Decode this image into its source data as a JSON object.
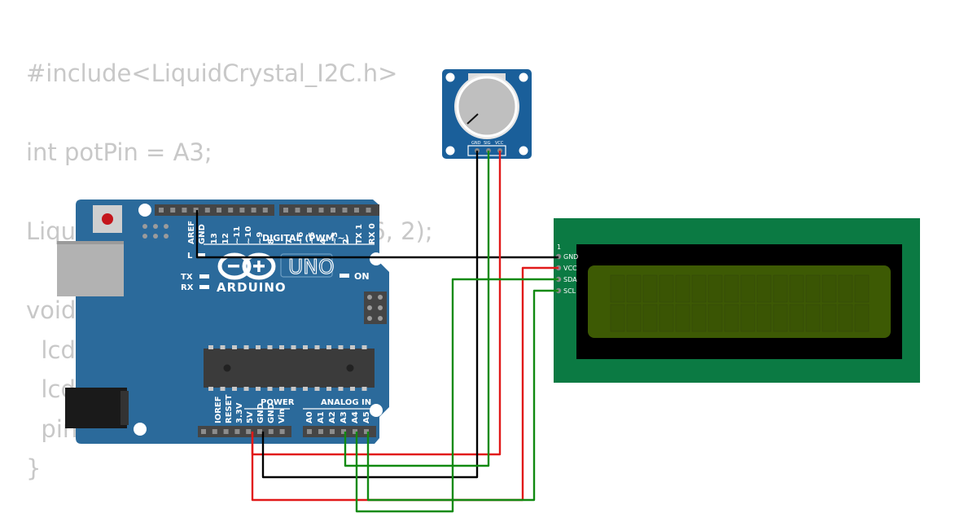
{
  "code_lines": [
    "#include<LiquidCrystal_I2C.h>",
    "",
    "int potPin = A3;",
    "",
    "LiquidCrystal_I2C lcd(0x27, 16, 2);",
    "",
    "void setup() {",
    "  lcd.init();",
    "  lcd.backlight();",
    "  pinMode(potPin, INPUT);",
    "}"
  ],
  "arduino": {
    "brand": "ARDUINO",
    "model": "UNO",
    "digital_label": "DIGITAL (PWM ~)",
    "power_label": "POWER",
    "analog_label": "ANALOG IN",
    "on_label": "ON",
    "tx_label": "TX",
    "rx_label": "RX",
    "l_label": "L",
    "digital_pins": [
      "AREF",
      "GND",
      "13",
      "12",
      "~11",
      "~10",
      "~9",
      "8",
      "7",
      "~6",
      "~5",
      "4",
      "~3",
      "2",
      "TX 1",
      "RX 0"
    ],
    "power_pins": [
      "IOREF",
      "RESET",
      "3.3V",
      "5V",
      "GND",
      "GND",
      "Vin"
    ],
    "analog_pins": [
      "A0",
      "A1",
      "A2",
      "A3",
      "A4",
      "A5"
    ]
  },
  "potentiometer": {
    "pins": [
      "GND",
      "SIG",
      "VCC"
    ]
  },
  "lcd": {
    "pin1_label": "1",
    "pins": [
      "GND",
      "VCC",
      "SDA",
      "SCL"
    ]
  },
  "colors": {
    "board": "#2b6a9b",
    "wire_red": "#e11919",
    "wire_green": "#118a11",
    "wire_black": "#000000",
    "lcd_pcb": "#0b7a43",
    "lcd_screen": "#3d5a04",
    "pot_board": "#1a5f9a"
  }
}
